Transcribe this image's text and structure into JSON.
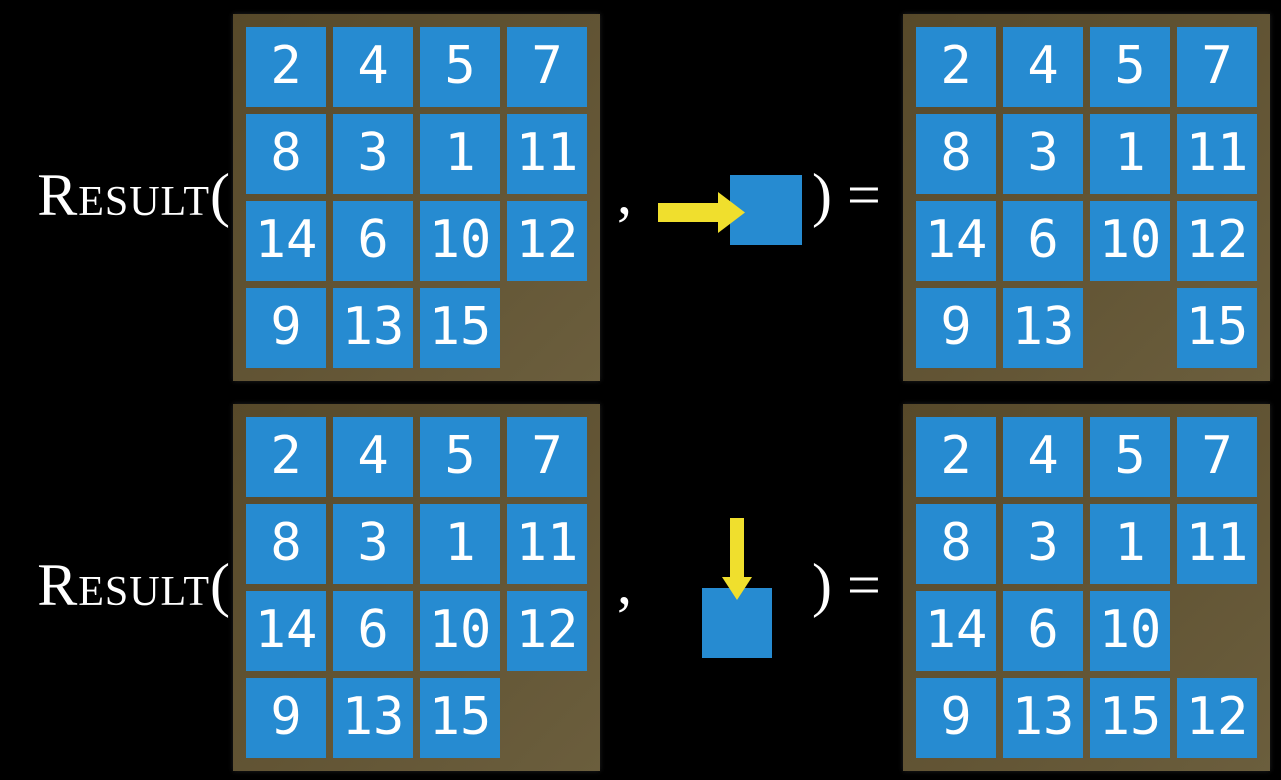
{
  "background": "#000000",
  "colors": {
    "background": "#000000",
    "tile_blue": "#268bd1",
    "frame_brown_dark": "#57492a",
    "frame_brown_light": "#6b5e3d",
    "arrow_yellow": "#f0df2d",
    "text_white": "#ffffff"
  },
  "equations": [
    {
      "function_label": "Result(",
      "comma": ",",
      "action": {
        "direction": "right",
        "icon": "right-arrow-icon"
      },
      "close_label": ") =",
      "input_grid": {
        "rows": 4,
        "cols": 4,
        "cells": [
          "2",
          "4",
          "5",
          "7",
          "8",
          "3",
          "1",
          "11",
          "14",
          "6",
          "10",
          "12",
          "9",
          "13",
          "15",
          ""
        ]
      },
      "result_grid": {
        "rows": 4,
        "cols": 4,
        "cells": [
          "2",
          "4",
          "5",
          "7",
          "8",
          "3",
          "1",
          "11",
          "14",
          "6",
          "10",
          "12",
          "9",
          "13",
          "",
          "15"
        ]
      }
    },
    {
      "function_label": "Result(",
      "comma": ",",
      "action": {
        "direction": "down",
        "icon": "down-arrow-icon"
      },
      "close_label": ") =",
      "input_grid": {
        "rows": 4,
        "cols": 4,
        "cells": [
          "2",
          "4",
          "5",
          "7",
          "8",
          "3",
          "1",
          "11",
          "14",
          "6",
          "10",
          "12",
          "9",
          "13",
          "15",
          ""
        ]
      },
      "result_grid": {
        "rows": 4,
        "cols": 4,
        "cells": [
          "2",
          "4",
          "5",
          "7",
          "8",
          "3",
          "1",
          "11",
          "14",
          "6",
          "10",
          "",
          "9",
          "13",
          "15",
          "12"
        ]
      }
    }
  ]
}
